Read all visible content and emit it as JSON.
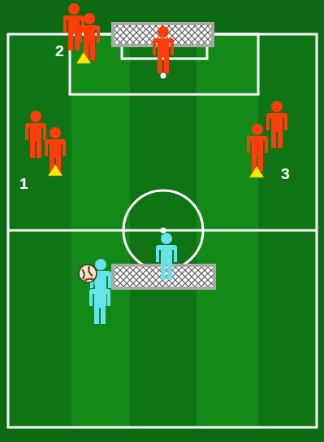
{
  "diagram": {
    "labels": [
      "2",
      "1",
      "3"
    ]
  }
}
